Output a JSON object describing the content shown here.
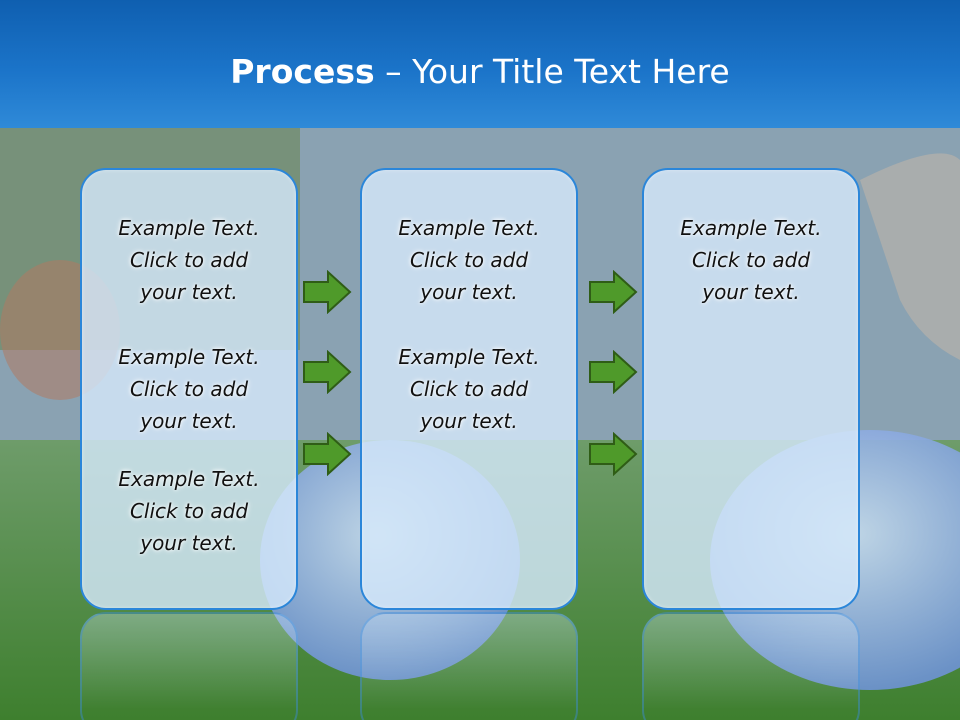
{
  "title": {
    "bold": "Process",
    "rest": " – Your Title Text Here"
  },
  "columns": [
    {
      "items": [
        "Example Text.\nClick  to add\nyour text.",
        "Example Text.\nClick  to add\nyour text.",
        "Example Text.\nClick  to add\nyour text."
      ]
    },
    {
      "items": [
        "Example Text.\nClick  to add\nyour text.",
        "Example Text.\nClick  to add\nyour text."
      ]
    },
    {
      "items": [
        "Example Text.\nClick  to add\nyour text."
      ]
    }
  ],
  "icons": {
    "arrow": "right-arrow-icon"
  },
  "colors": {
    "title_bar": "#1b74c9",
    "box_border": "#2b86d9",
    "arrow_fill": "#4f9a2a",
    "arrow_stroke": "#2f5d16"
  }
}
